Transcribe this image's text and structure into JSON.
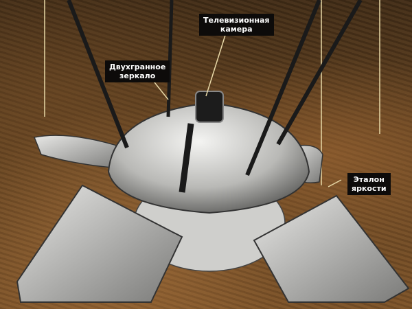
{
  "image": {
    "subject": "lunar-lander-illustration",
    "labels": [
      {
        "id": "tv-camera",
        "line1": "Телевизионная",
        "line2": "камера"
      },
      {
        "id": "dihedral-mirror",
        "line1": "Двухгранное",
        "line2": "зеркало"
      },
      {
        "id": "brightness-standard",
        "line1": "Эталон",
        "line2": "яркости"
      }
    ]
  }
}
